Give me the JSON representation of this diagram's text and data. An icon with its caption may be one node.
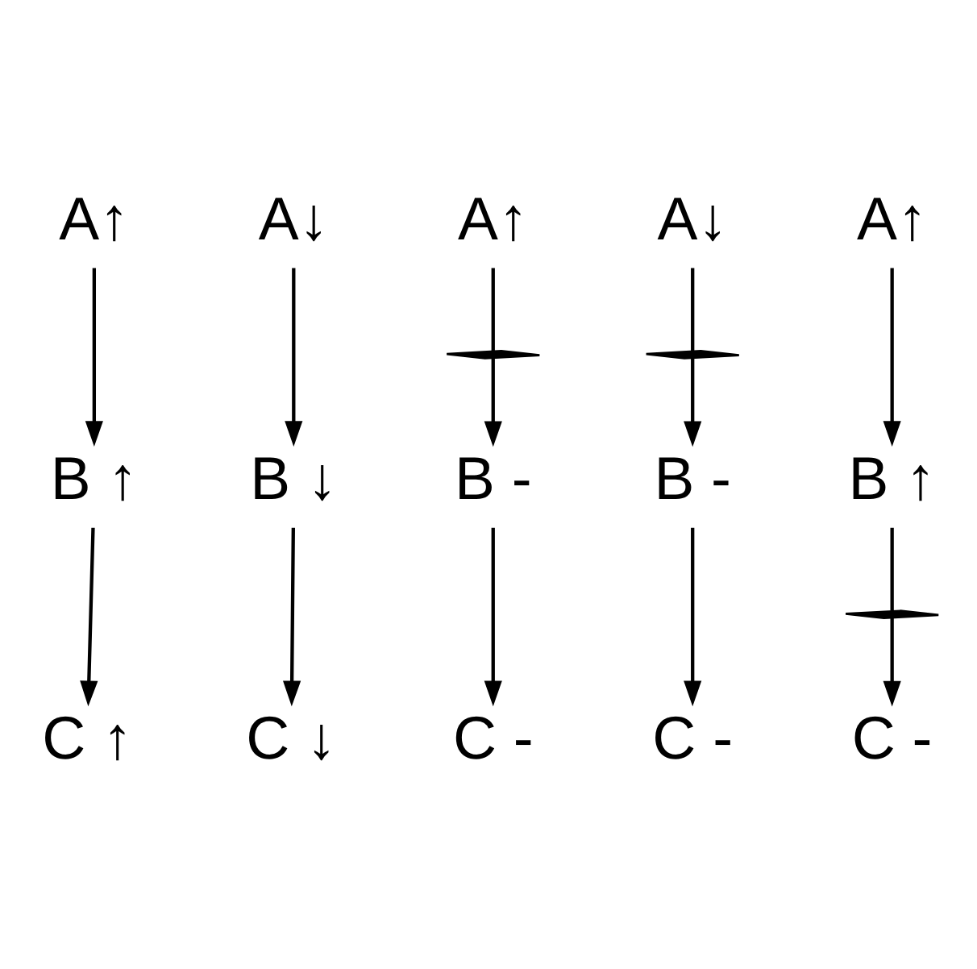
{
  "diagram": {
    "nodes": [
      {
        "text": [
          "A↑"
        ]
      },
      {
        "text": [
          "A↓"
        ]
      },
      {
        "text": [
          "A↑"
        ]
      },
      {
        "text": [
          "A↓"
        ]
      },
      {
        "text": [
          "A↑"
        ]
      },
      {
        "text": [
          "B ↑"
        ]
      },
      {
        "text": [
          "B ↓"
        ]
      },
      {
        "text": [
          "B -"
        ]
      },
      {
        "text": [
          "B -"
        ]
      },
      {
        "text": [
          "B ↑"
        ]
      },
      {
        "text": [
          "C ↑"
        ]
      },
      {
        "text": [
          "C ↓"
        ]
      },
      {
        "text": [
          "C -"
        ]
      },
      {
        "text": [
          "C -"
        ]
      },
      {
        "text": [
          "C -"
        ]
      },
      {
        "text": [],
        "shape": "bar"
      },
      {
        "text": [],
        "shape": "bar"
      },
      {
        "text": [],
        "shape": "bar"
      }
    ],
    "edges": [
      {
        "from": 0,
        "to": 5,
        "arrow": "to"
      },
      {
        "from": 1,
        "to": 6,
        "arrow": "to"
      },
      {
        "from": 2,
        "to": 15,
        "arrow": "none"
      },
      {
        "from": 15,
        "to": 7,
        "arrow": "to"
      },
      {
        "from": 3,
        "to": 16,
        "arrow": "none"
      },
      {
        "from": 16,
        "to": 8,
        "arrow": "to"
      },
      {
        "from": 4,
        "to": 9,
        "arrow": "to"
      },
      {
        "from": 5,
        "to": 10,
        "arrow": "to"
      },
      {
        "from": 6,
        "to": 11,
        "arrow": "to"
      },
      {
        "from": 7,
        "to": 12,
        "arrow": "to"
      },
      {
        "from": 8,
        "to": 13,
        "arrow": "to"
      },
      {
        "from": 9,
        "to": 17,
        "arrow": "none"
      },
      {
        "from": 17,
        "to": 14,
        "arrow": "to"
      }
    ]
  }
}
